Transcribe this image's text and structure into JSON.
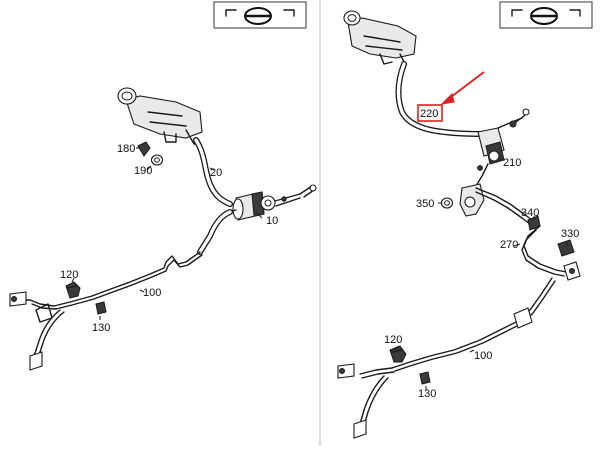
{
  "left_panel": {
    "callouts": {
      "c10": "10",
      "c20": "20",
      "c100": "100",
      "c120": "120",
      "c130": "130",
      "c180": "180",
      "c190": "190"
    },
    "logo_icon": "vehicle-orientation-icon"
  },
  "right_panel": {
    "callouts": {
      "c100": "100",
      "c120": "120",
      "c130": "130",
      "c210": "210",
      "c220": "220",
      "c270": "270",
      "c330": "330",
      "c340": "340",
      "c350": "350"
    },
    "highlighted_part": "220",
    "highlight_color": "#e0201c",
    "logo_icon": "vehicle-orientation-icon"
  }
}
